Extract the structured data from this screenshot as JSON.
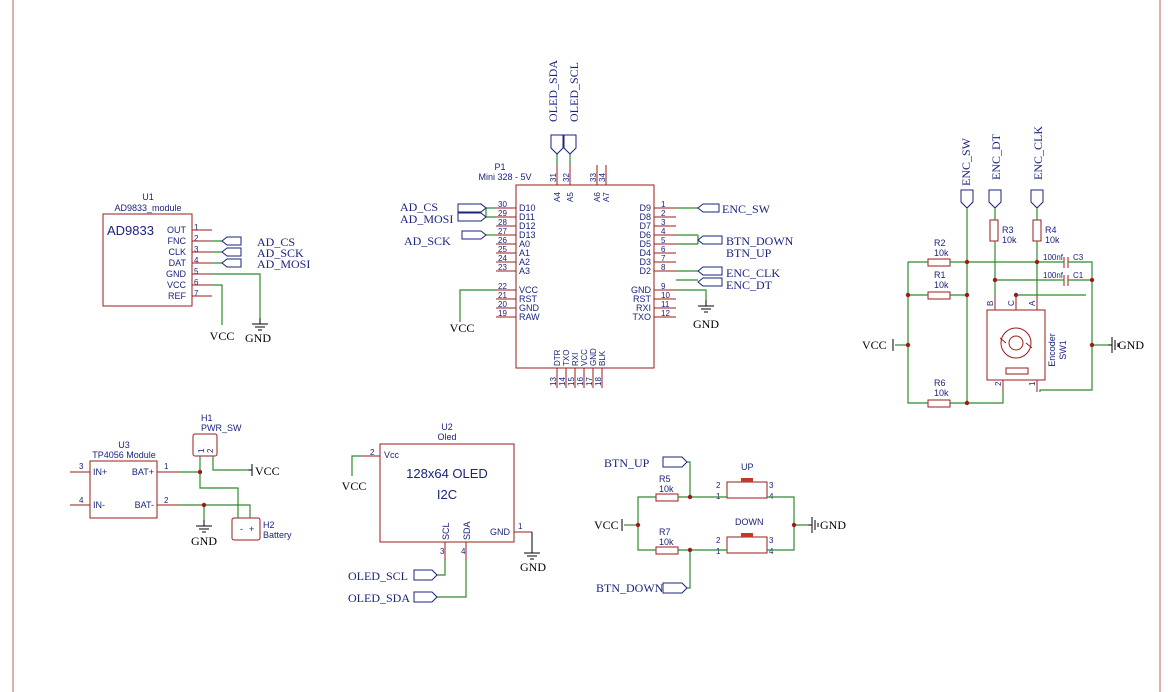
{
  "u1": {
    "ref": "U1",
    "value": "AD9833_module",
    "title": "AD9833",
    "pins": [
      {
        "name": "OUT",
        "num": "1"
      },
      {
        "name": "FNC",
        "num": "2"
      },
      {
        "name": "CLK",
        "num": "3"
      },
      {
        "name": "DAT",
        "num": "4"
      },
      {
        "name": "GND",
        "num": "5"
      },
      {
        "name": "VCC",
        "num": "6"
      },
      {
        "name": "REF",
        "num": "7"
      }
    ]
  },
  "u1_nets": [
    "AD_CS",
    "AD_SCK",
    "AD_MOSI"
  ],
  "u1_vcc": "VCC",
  "u1_gnd": "GND",
  "p1": {
    "ref": "P1",
    "value": "Mini 328 - 5V",
    "left_pins": [
      {
        "name": "D10",
        "num": "30"
      },
      {
        "name": "D11",
        "num": "29"
      },
      {
        "name": "D12",
        "num": "28"
      },
      {
        "name": "D13",
        "num": "27"
      },
      {
        "name": "A0",
        "num": "26"
      },
      {
        "name": "A1",
        "num": "25"
      },
      {
        "name": "A2",
        "num": "24"
      },
      {
        "name": "A3",
        "num": "23"
      },
      {
        "name": "VCC",
        "num": "22"
      },
      {
        "name": "RST",
        "num": "21"
      },
      {
        "name": "GND",
        "num": "20"
      },
      {
        "name": "RAW",
        "num": "19"
      }
    ],
    "right_pins": [
      {
        "name": "D9",
        "num": "1"
      },
      {
        "name": "D8",
        "num": "2"
      },
      {
        "name": "D7",
        "num": "3"
      },
      {
        "name": "D6",
        "num": "4"
      },
      {
        "name": "D5",
        "num": "5"
      },
      {
        "name": "D4",
        "num": "6"
      },
      {
        "name": "D3",
        "num": "7"
      },
      {
        "name": "D2",
        "num": "8"
      },
      {
        "name": "GND",
        "num": "9"
      },
      {
        "name": "RST",
        "num": "10"
      },
      {
        "name": "RXI",
        "num": "11"
      },
      {
        "name": "TXO",
        "num": "12"
      }
    ],
    "top_pins": [
      {
        "name": "A4",
        "num": "31"
      },
      {
        "name": "A5",
        "num": "32"
      },
      {
        "name": "A6",
        "num": "33"
      },
      {
        "name": "A7",
        "num": "34"
      }
    ],
    "bottom_pins": [
      {
        "name": "DTR",
        "num": "13"
      },
      {
        "name": "TXO",
        "num": "14"
      },
      {
        "name": "RXI",
        "num": "15"
      },
      {
        "name": "VCC",
        "num": "16"
      },
      {
        "name": "GND",
        "num": "17"
      },
      {
        "name": "BLK",
        "num": "18"
      }
    ]
  },
  "p1_left_nets": [
    "AD_CS",
    "AD_MOSI",
    "AD_SCK"
  ],
  "p1_right_nets": [
    "ENC_SW",
    "BTN_DOWN",
    "BTN_UP",
    "ENC_CLK",
    "ENC_DT"
  ],
  "p1_top_nets": [
    "OLED_SDA",
    "OLED_SCL"
  ],
  "p1_vcc": "VCC",
  "p1_gnd": "GND",
  "enc": {
    "nets": [
      "ENC_SW",
      "ENC_DT",
      "ENC_CLK"
    ],
    "r2": {
      "ref": "R2",
      "value": "10k"
    },
    "r1": {
      "ref": "R1",
      "value": "10k"
    },
    "r3": {
      "ref": "R3",
      "value": "10k"
    },
    "r4": {
      "ref": "R4",
      "value": "10k"
    },
    "r6": {
      "ref": "R6",
      "value": "10k"
    },
    "c3": {
      "ref": "C3",
      "value": "100nf"
    },
    "c1": {
      "ref": "C1",
      "value": "100nf"
    },
    "sw": {
      "ref": "SW1",
      "value": "Encoder"
    },
    "pins": {
      "b": "B",
      "c": "C",
      "a": "A",
      "p2": "2",
      "p1": "1"
    },
    "vcc": "VCC",
    "gnd": "GND"
  },
  "u3": {
    "ref": "U3",
    "value": "TP4056 Module",
    "pins": [
      {
        "name": "IN+",
        "num": "3"
      },
      {
        "name": "IN-",
        "num": "4"
      },
      {
        "name": "BAT+",
        "num": "1"
      },
      {
        "name": "BAT-",
        "num": "2"
      }
    ]
  },
  "h1": {
    "ref": "H1",
    "value": "PWR_SW",
    "p1": "1",
    "p2": "2"
  },
  "h2": {
    "ref": "H2",
    "value": "Battery",
    "minus": "-",
    "plus": "+"
  },
  "power_vcc": "VCC",
  "power_gnd": "GND",
  "u2": {
    "ref": "U2",
    "value": "Oled",
    "line1": "128x64 OLED",
    "line2": "I2C",
    "pins": [
      {
        "name": "Vcc",
        "num": "2"
      },
      {
        "name": "SCL",
        "num": "3"
      },
      {
        "name": "SDA",
        "num": "4"
      },
      {
        "name": "GND",
        "num": "1"
      }
    ],
    "nets": [
      "OLED_SCL",
      "OLED_SDA"
    ],
    "vcc": "VCC",
    "gnd": "GND"
  },
  "btn": {
    "nets": [
      "BTN_UP",
      "BTN_DOWN"
    ],
    "r5": {
      "ref": "R5",
      "value": "10k"
    },
    "r7": {
      "ref": "R7",
      "value": "10k"
    },
    "up": {
      "label": "UP",
      "pins": [
        "2",
        "1",
        "3",
        "4"
      ]
    },
    "down": {
      "label": "DOWN",
      "pins": [
        "2",
        "1",
        "3",
        "4"
      ]
    },
    "vcc": "VCC",
    "gnd": "GND"
  }
}
